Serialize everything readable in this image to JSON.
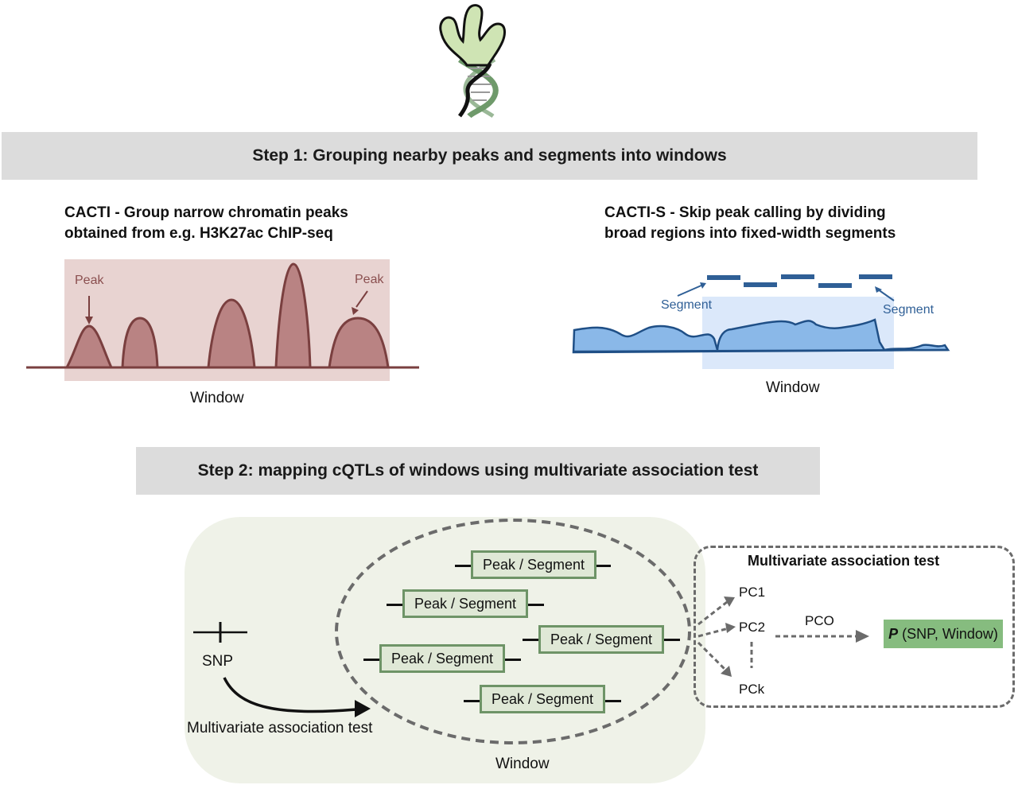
{
  "step1": {
    "title": "Step 1: Grouping nearby peaks and segments into windows"
  },
  "cacti": {
    "heading_line1": "CACTI - Group narrow chromatin peaks",
    "heading_line2": "obtained from e.g. H3K27ac ChIP-seq",
    "peak_label_left": "Peak",
    "peak_label_right": "Peak",
    "window_label": "Window",
    "colors": {
      "peak_fill": "#b98383",
      "peak_stroke": "#7a3f3f",
      "window_fill": "#e8d3d1"
    }
  },
  "cacti_s": {
    "heading_line1": "CACTI-S - Skip peak calling by dividing",
    "heading_line2": "broad regions into fixed-width segments",
    "segment_label_left": "Segment",
    "segment_label_right": "Segment",
    "window_label": "Window",
    "colors": {
      "signal_fill": "#8ab8e8",
      "signal_stroke": "#1f4f86",
      "window_fill": "#dbe8fa",
      "segment": "#2f5f96"
    }
  },
  "step2": {
    "title": "Step 2: mapping cQTLs of windows using multivariate association test"
  },
  "mapping": {
    "snp_label": "SNP",
    "arrow_label": "Multivariate association test",
    "window_label": "Window",
    "boxes": [
      "Peak / Segment",
      "Peak / Segment",
      "Peak / Segment",
      "Peak / Segment",
      "Peak / Segment"
    ],
    "colors": {
      "panel_fill": "#eff2e8",
      "box_fill": "#dfe8d6",
      "box_border": "#6e9467"
    }
  },
  "multivariate": {
    "title": "Multivariate association test",
    "pc1": "PC1",
    "pc2": "PC2",
    "pck": "PCk",
    "pco": "PCO",
    "result_p": "P",
    "result_rest": " (SNP, Window)",
    "colors": {
      "result_fill": "#86bc7f"
    }
  },
  "logo": {
    "icon": "cactus-dna-logo-icon"
  }
}
